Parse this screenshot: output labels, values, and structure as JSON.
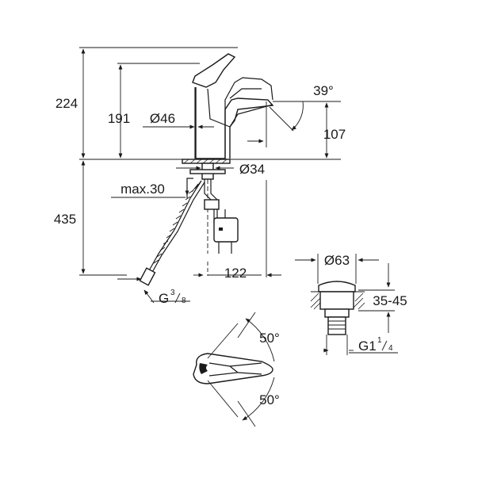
{
  "dimensions": {
    "height_total": "224",
    "height_spout": "191",
    "body_diameter": "Ø46",
    "lever_angle": "39°",
    "spout_height": "107",
    "thread_diameter": "Ø34",
    "max_deck_thickness": "max.30",
    "hose_length": "435",
    "hose_offset": "122",
    "hose_connection": {
      "main": "G",
      "num": "3",
      "den": "8"
    },
    "waste_diameter": "Ø63",
    "waste_range": "35-45",
    "waste_thread": {
      "main": "G1",
      "num": "1",
      "den": "4"
    },
    "swivel_angle_top": "50°",
    "swivel_angle_bottom": "50°"
  }
}
